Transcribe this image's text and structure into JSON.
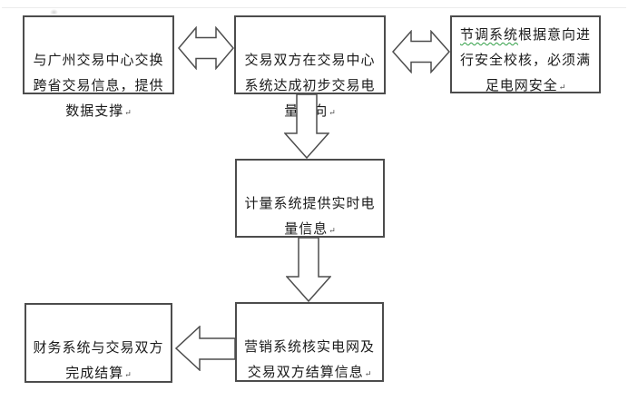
{
  "colors": {
    "box_border": "#4c4c4c",
    "arrow_outline": "#4d4d4d",
    "text": "#1a1a1a",
    "spellcheck_squiggle_green": "#2f9e44",
    "background": "#ffffff"
  },
  "eol_mark": "↵",
  "flowchart": {
    "boxes": {
      "guangzhou_exchange": {
        "text": "与广州交易中心交换\n跨省交易信息，提供\n数据支撑"
      },
      "trade_intent": {
        "text": "交易双方在交易中心\n系统达成初步交易电\n量意向"
      },
      "dispatch_check": {
        "line1_flagged": "节调系统",
        "line1_rest": "根据意向进",
        "line2": "行安全校核，必须满",
        "line3": "足电网安全"
      },
      "metering": {
        "text": "计量系统提供实时电\n量信息"
      },
      "marketing": {
        "text": "营销系统核实电网及\n交易双方结算信息"
      },
      "finance": {
        "text": "财务系统与交易双方\n完成结算"
      }
    },
    "arrows": [
      {
        "name": "bidirectional-arrow-guangzhou-intent",
        "type": "double-horizontal"
      },
      {
        "name": "bidirectional-arrow-intent-dispatch",
        "type": "double-horizontal"
      },
      {
        "name": "down-arrow-intent-metering",
        "type": "down"
      },
      {
        "name": "down-arrow-metering-marketing",
        "type": "down"
      },
      {
        "name": "left-arrow-marketing-finance",
        "type": "left"
      }
    ]
  }
}
